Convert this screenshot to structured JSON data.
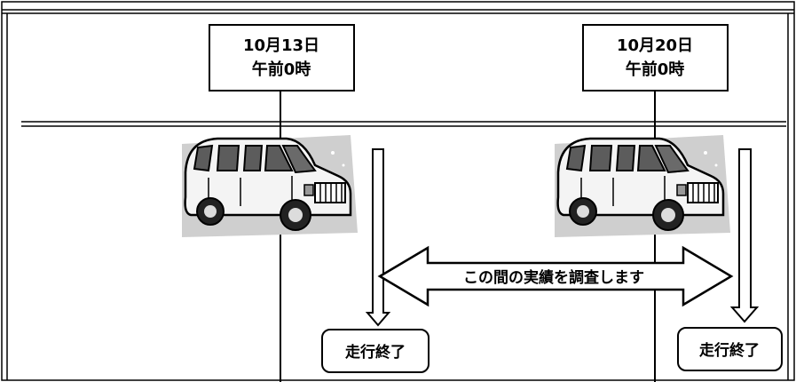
{
  "date_boxes": [
    {
      "line1": "10月13日",
      "line2": "午前0時"
    },
    {
      "line1": "10月20日",
      "line2": "午前0時"
    }
  ],
  "vehicle_icon": "van-icon",
  "survey_label": "この間の実績を調査します",
  "end_labels": [
    "走行終了",
    "走行終了"
  ],
  "colors": {
    "stroke": "#000000",
    "van_body": "#f2f2f2",
    "van_window": "#5a5a5a",
    "van_background": "#c9c9c9"
  }
}
